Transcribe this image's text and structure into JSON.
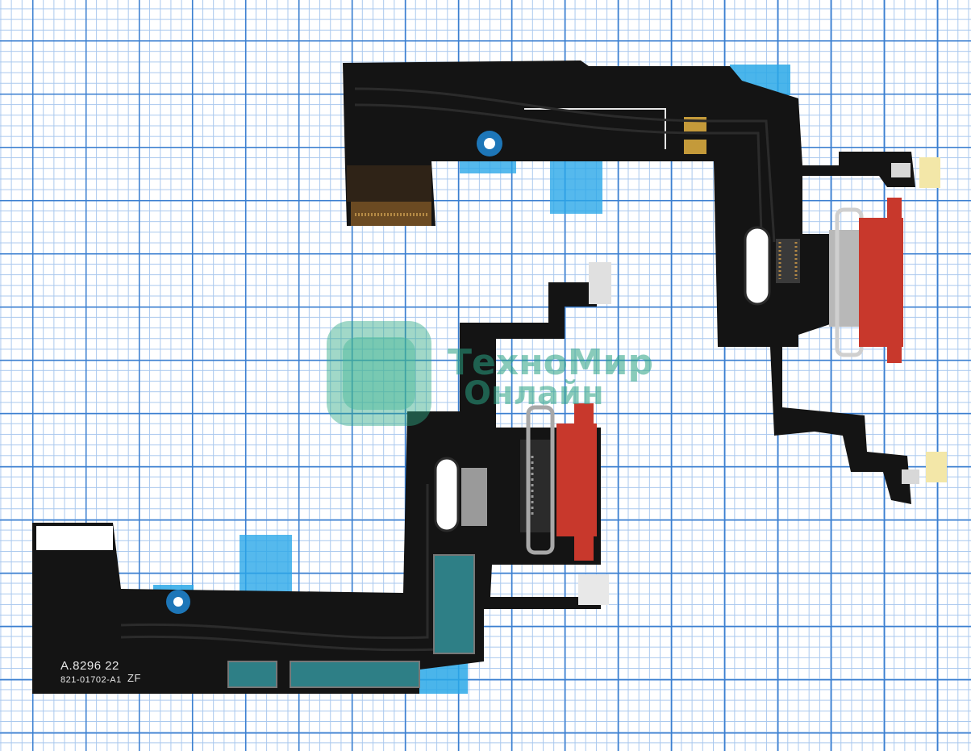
{
  "watermark": {
    "line1": "ТехноМир",
    "line2": "Онлайн"
  },
  "pcb_markings": {
    "model_code": "A.8296 22",
    "part_number": "821-01702-A1",
    "suffix": "ZF"
  },
  "colors": {
    "flex_cable": "#141414",
    "connector_housing": "#c8382c",
    "protective_film": "#2aa8e8",
    "grid_major": "#3b7fd0",
    "grid_minor": "#a9c8ee",
    "watermark": "#28a082"
  }
}
